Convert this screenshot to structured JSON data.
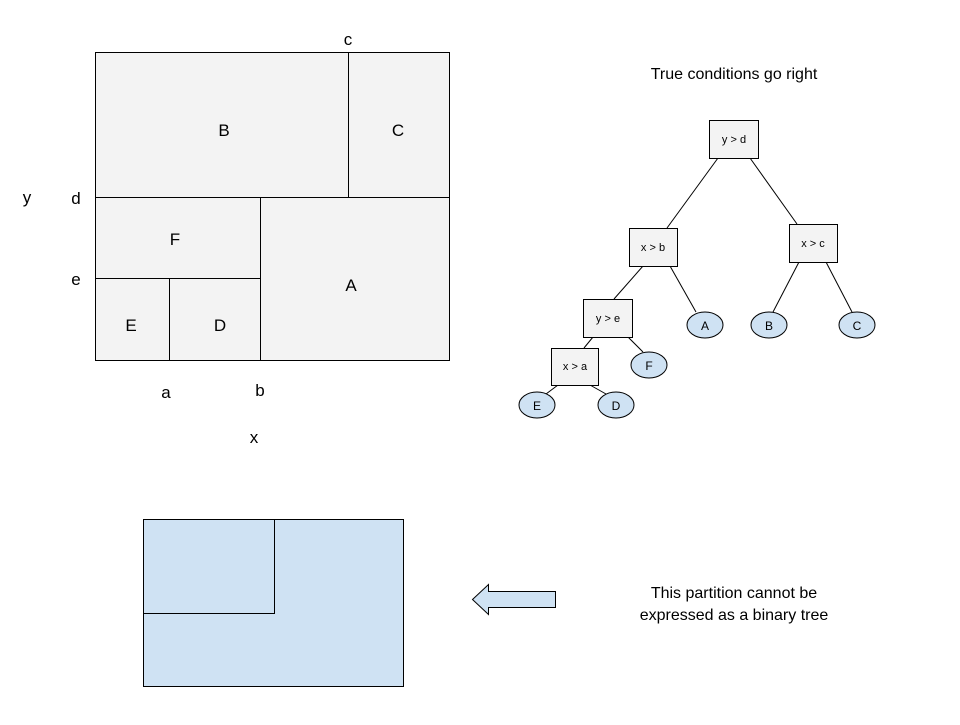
{
  "partition": {
    "regions": [
      "B",
      "C",
      "F",
      "A",
      "E",
      "D"
    ],
    "thresholds": {
      "c": "c",
      "d": "d",
      "e": "e",
      "a": "a",
      "b": "b"
    },
    "axis_x": "x",
    "axis_y": "y"
  },
  "tree": {
    "title": "True conditions go right",
    "nodes": [
      "y > d",
      "x > b",
      "x > c",
      "y > e",
      "x > a"
    ],
    "leaves": [
      "A",
      "B",
      "C",
      "F",
      "E",
      "D"
    ]
  },
  "note": {
    "line1": "This partition cannot be",
    "line2": "expressed as a binary tree"
  },
  "colors": {
    "region_fill": "#f3f3f3",
    "leaf_fill": "#cfe2f3",
    "stroke": "#000000"
  }
}
